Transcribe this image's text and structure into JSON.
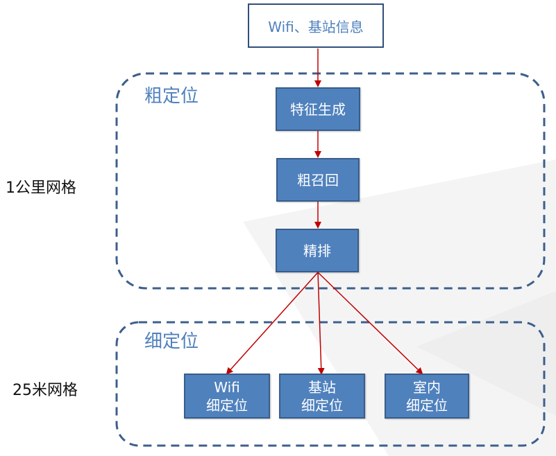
{
  "source": {
    "label": "Wifi、基站信息"
  },
  "groups": [
    {
      "title": "粗定位",
      "scale_label": "1公里网格"
    },
    {
      "title": "细定位",
      "scale_label": "25米网格"
    }
  ],
  "coarse_steps": [
    {
      "label": "特征生成"
    },
    {
      "label": "粗召回"
    },
    {
      "label": "精排"
    }
  ],
  "fine_methods": [
    {
      "line1": "Wifi",
      "line2": "细定位"
    },
    {
      "line1": "基站",
      "line2": "细定位"
    },
    {
      "line1": "室内",
      "line2": "细定位"
    }
  ],
  "colors": {
    "node_fill": "#4f81bd",
    "node_border": "#385d8a",
    "group_border": "#3c5f8c",
    "arrow": "#c00000",
    "group_title": "#4f81bd"
  }
}
